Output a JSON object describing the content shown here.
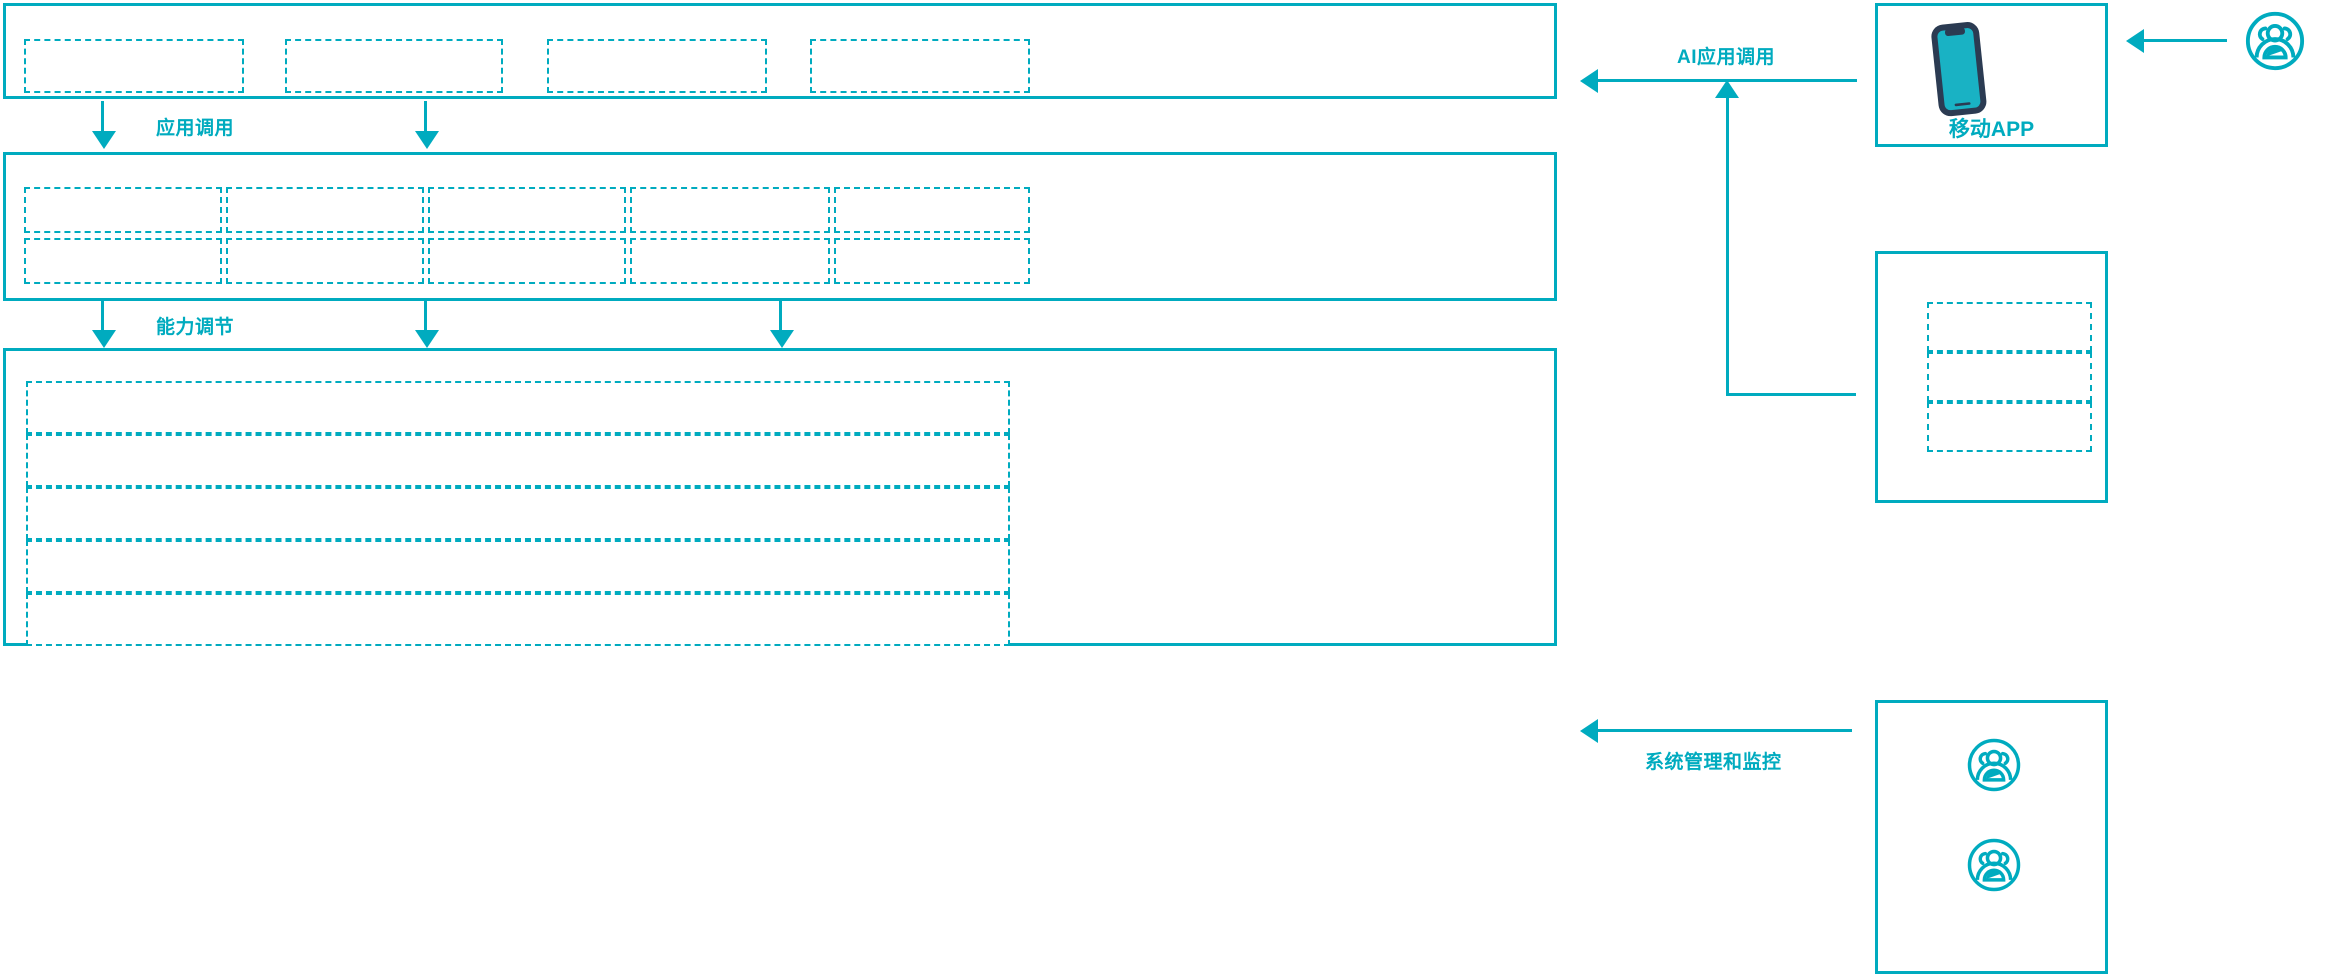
{
  "diagram": {
    "accent_color": "#00abbf",
    "phone_body_color": "#2b3b52",
    "phone_screen_color": "#19b2c4",
    "background": "#ffffff"
  },
  "layers": {
    "application_layer": {
      "name": "application-layer",
      "slots": [
        {
          "id": "app-slot-1",
          "label": ""
        },
        {
          "id": "app-slot-2",
          "label": ""
        },
        {
          "id": "app-slot-3",
          "label": ""
        },
        {
          "id": "app-slot-4",
          "label": ""
        }
      ]
    },
    "capability_layer": {
      "name": "capability-layer",
      "columns": [
        {
          "id": "cap-col-1",
          "cells": [
            {
              "id": "cap-1-1",
              "label": ""
            },
            {
              "id": "cap-1-2",
              "label": ""
            }
          ]
        },
        {
          "id": "cap-col-2",
          "cells": [
            {
              "id": "cap-2-1",
              "label": ""
            },
            {
              "id": "cap-2-2",
              "label": ""
            }
          ]
        },
        {
          "id": "cap-col-3",
          "cells": [
            {
              "id": "cap-3-1",
              "label": ""
            },
            {
              "id": "cap-3-2",
              "label": ""
            }
          ]
        },
        {
          "id": "cap-col-4",
          "cells": [
            {
              "id": "cap-4-1",
              "label": ""
            },
            {
              "id": "cap-4-2",
              "label": ""
            }
          ]
        },
        {
          "id": "cap-col-5",
          "cells": [
            {
              "id": "cap-5-1",
              "label": ""
            },
            {
              "id": "cap-5-2",
              "label": ""
            }
          ]
        }
      ]
    },
    "platform_layer": {
      "name": "platform-layer",
      "bands": [
        {
          "id": "platform-band-1",
          "label": ""
        },
        {
          "id": "platform-band-2",
          "label": ""
        },
        {
          "id": "platform-band-3",
          "label": ""
        },
        {
          "id": "platform-band-4",
          "label": ""
        },
        {
          "id": "platform-band-5",
          "label": ""
        }
      ]
    }
  },
  "connectors": {
    "application_call": {
      "label": "应用调用",
      "arrow_count": 2,
      "direction": "down"
    },
    "capability_adjust": {
      "label": "能力调节",
      "arrow_count": 3,
      "direction": "down"
    },
    "ai_application_call": {
      "label": "AI应用调用",
      "direction": "left"
    },
    "system_management": {
      "label": "系统管理和监控",
      "direction": "left"
    }
  },
  "right_panel": {
    "mobile_app": {
      "name": "mobile-app-card",
      "caption": "移动APP",
      "icon": "smartphone-icon"
    },
    "channel_card": {
      "name": "channel-card",
      "slots": [
        {
          "id": "channel-slot-1",
          "label": ""
        },
        {
          "id": "channel-slot-2",
          "label": ""
        },
        {
          "id": "channel-slot-3",
          "label": ""
        }
      ]
    },
    "operators_card": {
      "name": "operators-card",
      "icons": [
        {
          "id": "operator-icon-1",
          "icon": "user-group-icon"
        },
        {
          "id": "operator-icon-2",
          "icon": "user-group-icon"
        }
      ]
    },
    "external_user": {
      "name": "external-user",
      "icon": "user-group-icon"
    }
  }
}
